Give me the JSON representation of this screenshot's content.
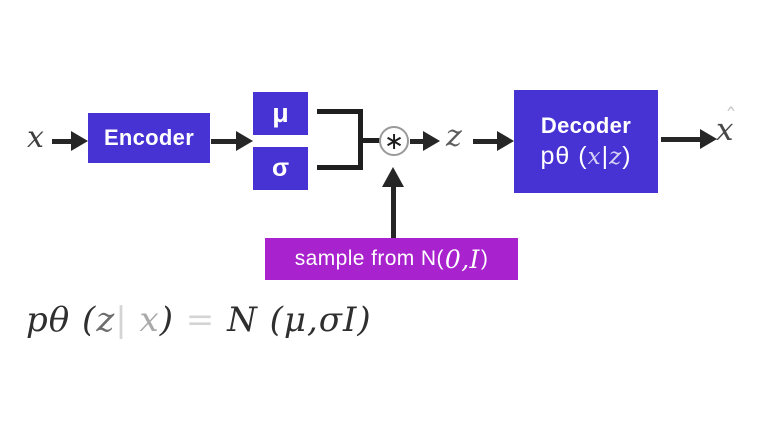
{
  "colors": {
    "box_blue": "#4732d4",
    "box_magenta": "#a822ce",
    "arrow_dark": "#262626"
  },
  "labels": {
    "input": "x",
    "latent": "z",
    "output_hat": "ˆ",
    "output_x": "x",
    "multiply": "∗"
  },
  "encoder": {
    "title": "Encoder"
  },
  "mu": {
    "label": "μ"
  },
  "sigma": {
    "label": "σ"
  },
  "decoder": {
    "title": "Decoder",
    "expr_prefix": "pθ (",
    "expr_x": "x",
    "expr_bar": "|",
    "expr_z": "z",
    "expr_suffix": ")"
  },
  "sample": {
    "prefix": "sample from N(",
    "value": "0,I",
    "suffix": ")"
  },
  "formula": {
    "segments": [
      {
        "text": "pθ ("
      },
      {
        "text": "z"
      },
      {
        "text": "|"
      },
      {
        "text": " x"
      },
      {
        "text": ") "
      },
      {
        "text": "= "
      },
      {
        "text": "N (μ,σI)"
      }
    ]
  }
}
